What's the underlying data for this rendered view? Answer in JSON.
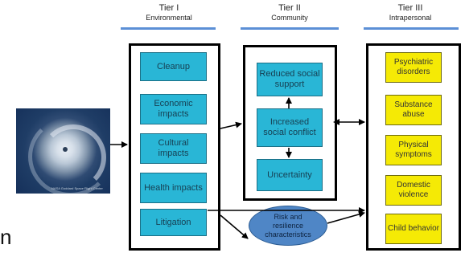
{
  "tiers": [
    {
      "title": "Tier I",
      "subtitle": "Environmental"
    },
    {
      "title": "Tier II",
      "subtitle": "Community"
    },
    {
      "title": "Tier III",
      "subtitle": "Intrapersonal"
    }
  ],
  "tier1_boxes": [
    "Cleanup",
    "Economic impacts",
    "Cultural impacts",
    "Health impacts",
    "Litigation"
  ],
  "tier2_boxes": [
    "Reduced social support",
    "Increased social conflict",
    "Uncertainty"
  ],
  "tier3_boxes": [
    "Psychiatric disorders",
    "Substance abuse",
    "Physical symptoms",
    "Domestic violence",
    "Child behavior"
  ],
  "oval": "Risk and resilience characteristics",
  "image_caption": "NASA Goddard Space Flight Center",
  "stray_glyph": "n",
  "colors": {
    "tier_bar": "#5b8fd6",
    "tier1_2_box": "#29b6d6",
    "tier3_box": "#f5ea05",
    "oval": "#4f86c6"
  },
  "icons": [
    "hurricane-satellite-image"
  ]
}
